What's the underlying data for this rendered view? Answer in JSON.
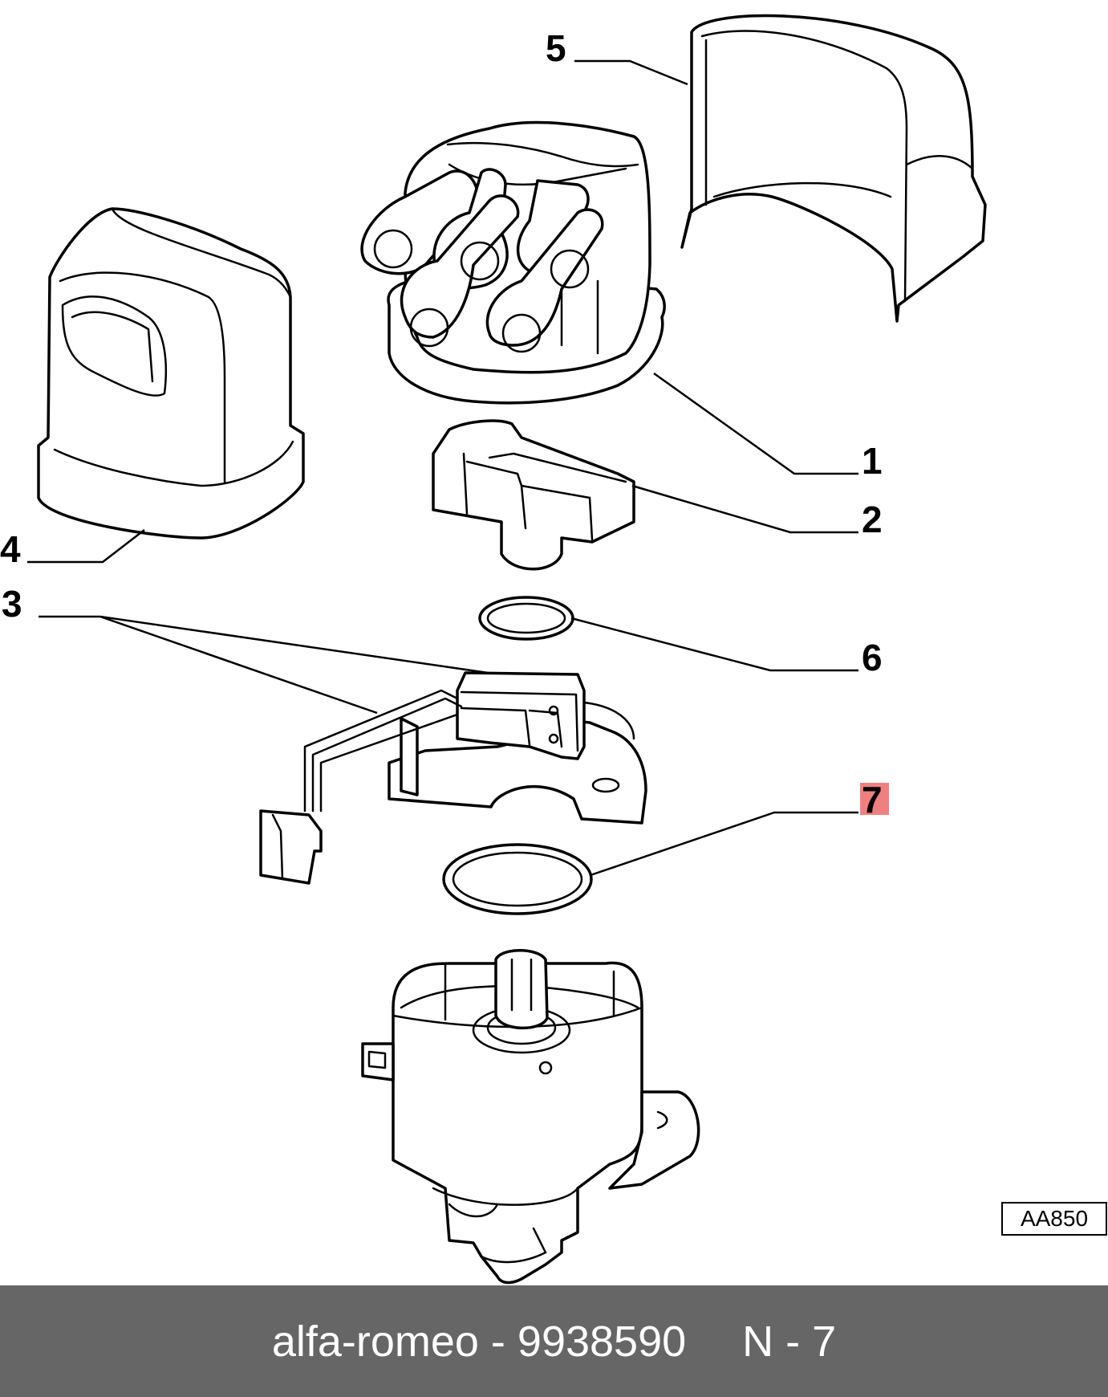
{
  "diagram": {
    "callouts": [
      "1",
      "2",
      "3",
      "4",
      "5",
      "6",
      "7"
    ],
    "highlighted_callout": "7",
    "highlight_color": "#f08080",
    "reference_code": "AA850"
  },
  "footer": {
    "part_line": "alfa-romeo - 9938590",
    "position_label": "N - 7",
    "background_color": "#666666"
  }
}
